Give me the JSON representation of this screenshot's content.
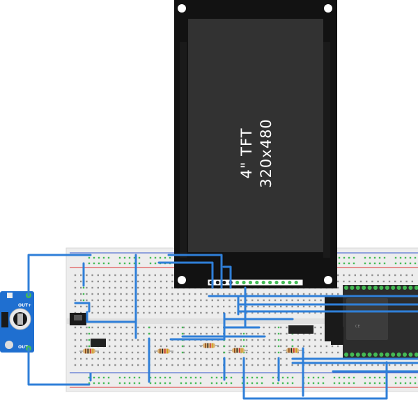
{
  "display": {
    "line1": "4\" TFT",
    "line2": "320x480"
  },
  "buck_module": {
    "out_plus": "OUT+",
    "out_minus": "OUT-"
  },
  "colors": {
    "wire": "#2f7fd8",
    "tft_bezel": "#121212",
    "tft_screen": "#323232",
    "breadboard": "#ededed",
    "hole_green": "#44bb55",
    "rail_red": "#dd3333",
    "rail_blue": "#3355cc",
    "esp32_board": "#2c2c2c",
    "buck_board": "#1f6fd0"
  },
  "icons": {
    "capacitor": "capacitor-icon",
    "ic_chip": "ic-chip-icon",
    "resistor": "resistor-icon",
    "header": "pin-header-icon"
  }
}
